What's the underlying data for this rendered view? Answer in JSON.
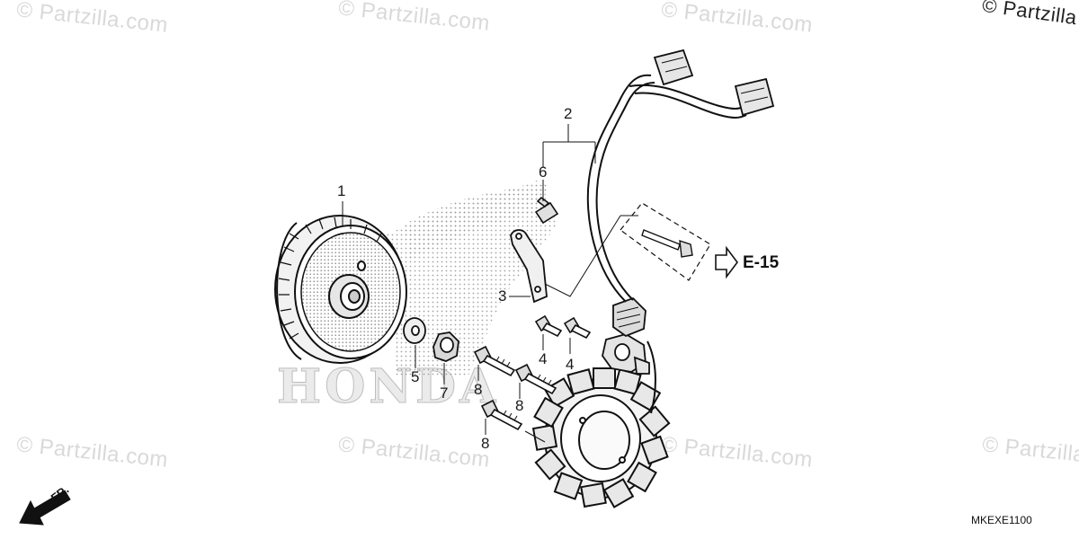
{
  "watermarks": {
    "brand_text": "© Partzilla.com",
    "top_right_text": "© Partzilla"
  },
  "brand_background_text": "HONDA",
  "callouts": [
    "1",
    "2",
    "3",
    "4",
    "4",
    "5",
    "6",
    "7",
    "8",
    "8",
    "8"
  ],
  "reference_label": "E-15",
  "diagram_code": "MKEXE1100",
  "front_indicator": "FR."
}
